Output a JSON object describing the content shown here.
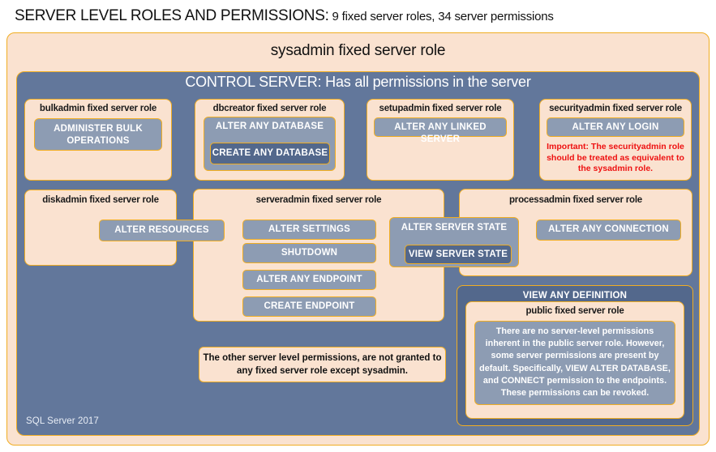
{
  "title": {
    "main": "SERVER LEVEL ROLES AND PERMISSIONS:",
    "sub": " 9 fixed server roles, 34 server permissions"
  },
  "sysadmin": {
    "label": "sysadmin fixed server role"
  },
  "control_server": {
    "label": "CONTROL SERVER: Has all permissions in the server"
  },
  "roles": {
    "bulkadmin": {
      "label": "bulkadmin fixed server role",
      "permissions": [
        "ADMINISTER  BULK\nOPERATIONS"
      ]
    },
    "dbcreator": {
      "label": "dbcreator fixed server role",
      "permissions": [
        "ALTER ANY DATABASE",
        "CREATE  ANY DATABASE"
      ]
    },
    "setupadmin": {
      "label": "setupadmin fixed server role",
      "permissions": [
        "ALTER ANY LINKED SERVER"
      ]
    },
    "securityadmin": {
      "label": "securityadmin fixed server role",
      "permissions": [
        "ALTER ANY LOGIN"
      ],
      "warning": "Important:  The securityadmin role should  be treated as equivalent to the sysadmin role."
    },
    "diskadmin": {
      "label": "diskadmin fixed server role",
      "permissions": [
        "ALTER RESOURCES"
      ]
    },
    "serveradmin": {
      "label": "serveradmin fixed server role",
      "permissions": [
        "ALTER SETTINGS",
        "SHUTDOWN",
        "ALTER ANY ENDPOINT",
        "CREATE  ENDPOINT"
      ]
    },
    "shared_server_state": {
      "outer": "ALTER SERVER STATE",
      "inner": "VIEW SERVER STATE"
    },
    "processadmin": {
      "label": "processadmin fixed server role",
      "permissions": [
        "ALTER ANY CONNECTION"
      ]
    },
    "public": {
      "view_any_definition": "VIEW ANY DEFINITION",
      "label": "public fixed server role",
      "body": "There are no server-level permissions inherent in the public server role. However, some server permissions are present by default. Specifically, VIEW ALTER DATABASE, and CONNECT permission to the endpoints. These permissions can be revoked."
    }
  },
  "notes": {
    "other_permissions": "The other server level permissions,  are not granted to any fixed server role except sysadmin."
  },
  "footer": {
    "label": "SQL Server 2017"
  },
  "colors": {
    "page_background": "#ffffff",
    "cream": "#fae2d0",
    "slate": "#62779b",
    "permission": "#8d9cb3",
    "permission_dark": "#53688c",
    "border_gold": "#f0ad22",
    "warning_red": "#ee1111",
    "text_dark": "#111111"
  }
}
